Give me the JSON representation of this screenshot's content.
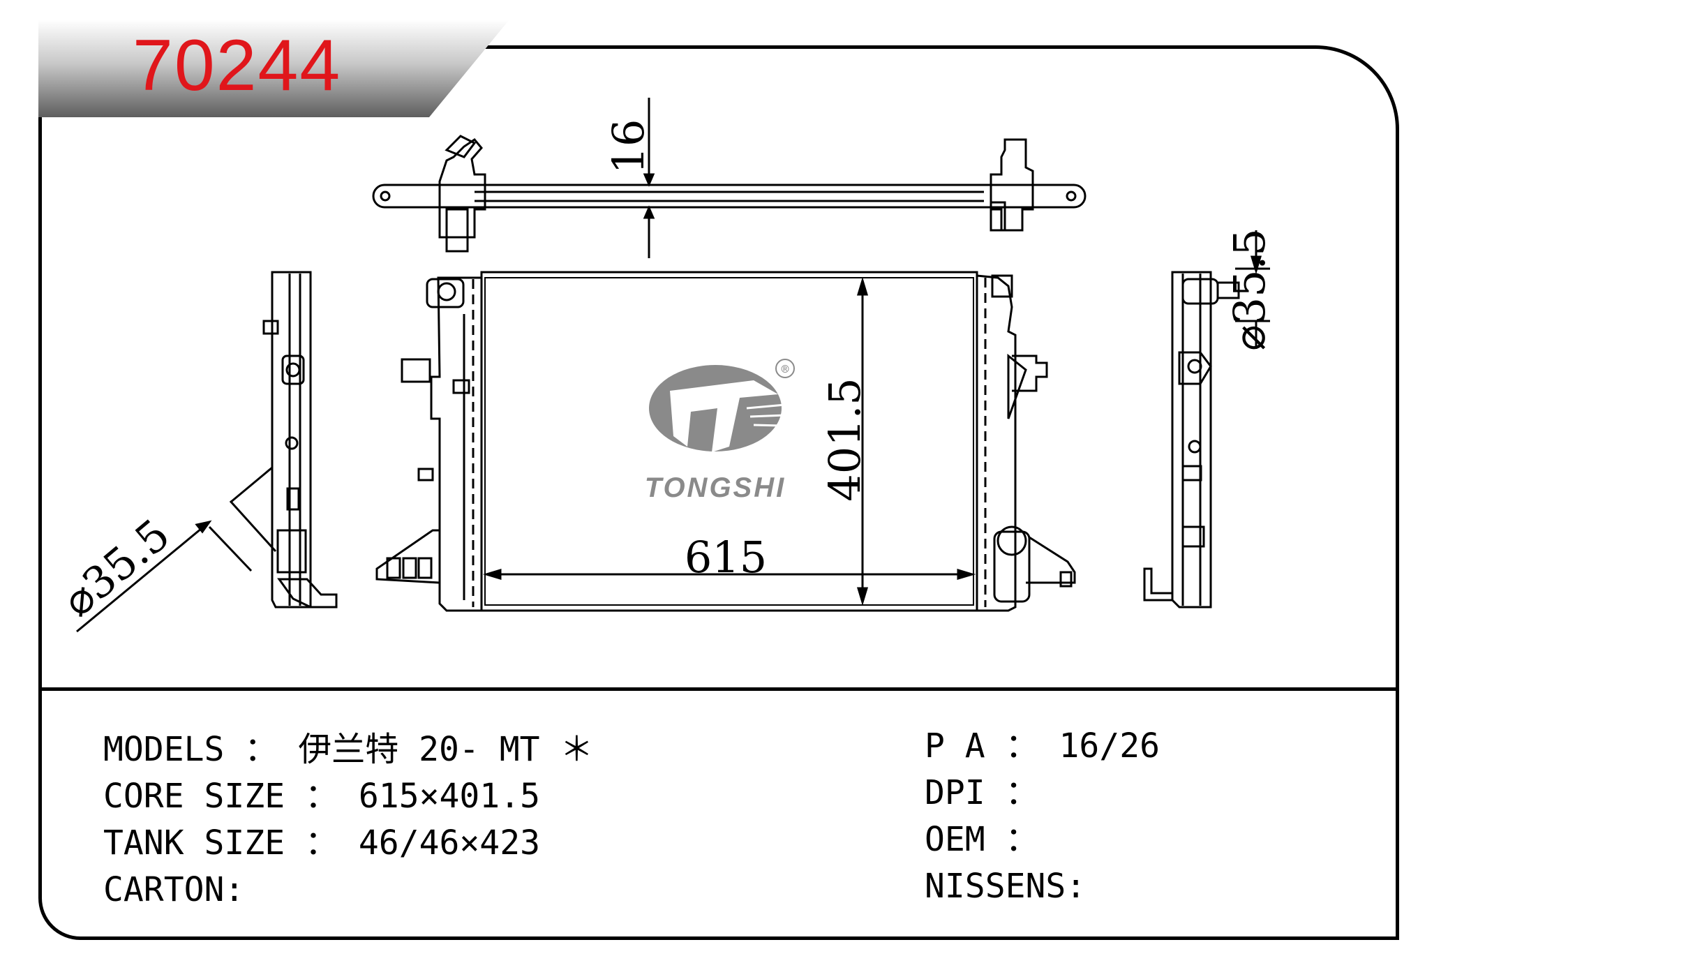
{
  "part_number": "70244",
  "brand": {
    "name": "TONGSHI",
    "registered_mark": "®"
  },
  "dimensions": {
    "fan_mount_offset": "16",
    "core_width": "615",
    "core_height": "401.5",
    "left_pipe_diameter": "⌀35.5",
    "right_pipe_diameter": "⌀35.5"
  },
  "specs_left": [
    {
      "label": "MODELS",
      "sep": " ： ",
      "value": "伊兰特 20- MT ＊"
    },
    {
      "label": "CORE SIZE",
      "sep": " ： ",
      "value": "615×401.5"
    },
    {
      "label": "TANK SIZE",
      "sep": " ： ",
      "value": "46/46×423"
    },
    {
      "label": "CARTON",
      "sep": ":",
      "value": ""
    }
  ],
  "specs_right": [
    {
      "label": "P A",
      "sep": " ： ",
      "value": "16/26"
    },
    {
      "label": "DPI",
      "sep": " ：",
      "value": ""
    },
    {
      "label": "OEM",
      "sep": " ：",
      "value": ""
    },
    {
      "label": "NISSENS",
      "sep": ":",
      "value": ""
    }
  ],
  "colors": {
    "part_number": "#e0161b",
    "logo": "#8a8a8a",
    "line": "#000000"
  }
}
